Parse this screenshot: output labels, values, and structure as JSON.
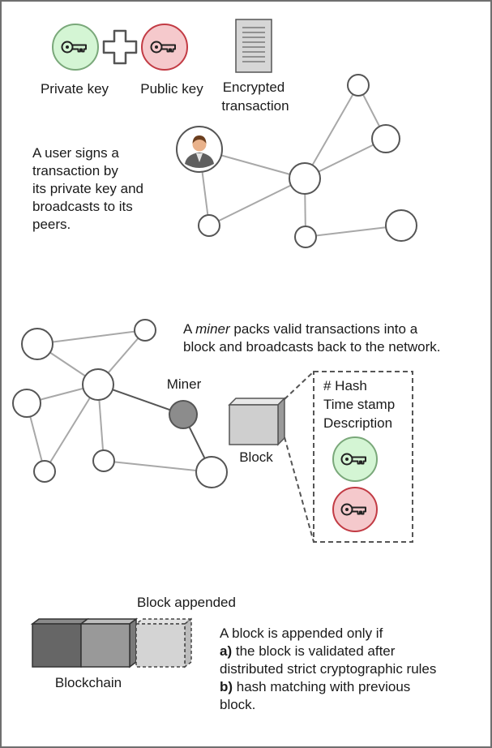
{
  "legend": {
    "private_key": "Private key",
    "public_key": "Public key",
    "encrypted_line1": "Encrypted",
    "encrypted_line2": "transaction"
  },
  "section1": {
    "text_lines": [
      "A user signs a",
      "transaction by",
      "its private key and",
      "broadcasts to its",
      "peers."
    ]
  },
  "section2": {
    "line1_a": "A ",
    "line1_em": "miner",
    "line1_b": " packs valid transactions into a",
    "line2": "block and broadcasts back to the network.",
    "miner_label": "Miner",
    "block_label": "Block",
    "block_fields": [
      "# Hash",
      "Time stamp",
      "Description"
    ]
  },
  "section3": {
    "appended_label": "Block appended",
    "chain_label": "Blockchain",
    "rule_intro": "A block is appended only if",
    "rule_a_marker": "a)",
    "rule_a_line1": " the block is validated after",
    "rule_a_line2": "distributed strict cryptographic rules",
    "rule_b_marker": "b)",
    "rule_b_line1": " hash matching with previous",
    "rule_b_line2": "block."
  },
  "colors": {
    "private_key_fill": "#d4f5d4",
    "private_key_stroke": "#7aa87a",
    "public_key_fill": "#f5c9cc",
    "public_key_stroke": "#c23b44",
    "miner_node": "#8c8c8c",
    "border": "#6f6f6f"
  }
}
